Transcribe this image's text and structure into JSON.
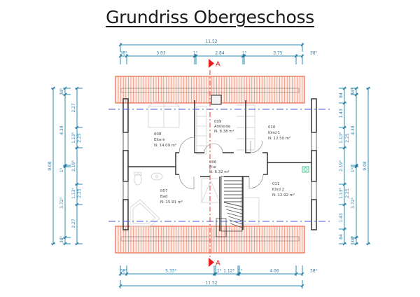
{
  "title": "Grundriss Obergeschoss",
  "section_marker": {
    "label": "A",
    "color": "#e41e1e"
  },
  "colors": {
    "roof": "#ec5a3a",
    "dimension": "#2a8cb4",
    "ridge_line": "#4b57e0",
    "section_line": "#e84a4a",
    "walls": "#333333",
    "ventilation": "#38c088"
  },
  "rooms": [
    {
      "id": "008",
      "name": "Eltern",
      "area_label": "N:  14.09  m²"
    },
    {
      "id": "009",
      "name": "Ankleide",
      "area_label": "N:  8.38  m²"
    },
    {
      "id": "010",
      "name": "Kind 1",
      "area_label": "N:  12.50  m²"
    },
    {
      "id": "006",
      "name": "Flur",
      "area_label": "N:  6.32  m²"
    },
    {
      "id": "007",
      "name": "Bad",
      "area_label": "N:  15.91  m²"
    },
    {
      "id": "011",
      "name": "Kind 2",
      "area_label": "N:  12.92  m²"
    }
  ],
  "dimensions": {
    "top_overall": "11.52",
    "top_chain": [
      "38⁵",
      "3.93",
      "1⁵",
      "2.84",
      "1⁵",
      "3.75",
      "38⁵"
    ],
    "bottom_chain": [
      "38⁵",
      "5.33⁵",
      "1⁵",
      "1.12⁵",
      "1⁵",
      "4.06",
      "38⁵"
    ],
    "bottom_overall": "11.52",
    "left_overall": "9.08",
    "left_mid": [
      "38⁵",
      "4.39",
      "1⁵",
      "3.72⁵",
      "38⁵"
    ],
    "left_inner": [
      "2.27",
      "1.13⁵",
      "2.25",
      "2.19⁵",
      "1.13⁵",
      "2.25",
      "2.27"
    ],
    "right_overall": "9.08",
    "right_mid": [
      "38⁵",
      "2.25",
      "4.39",
      "1⁵",
      "3.72⁵",
      "2.25",
      "38⁵"
    ],
    "right_inner": [
      "84",
      "1.43",
      "1.13⁵",
      "2.19⁵",
      "1.13⁵",
      "1.43",
      "84"
    ]
  }
}
